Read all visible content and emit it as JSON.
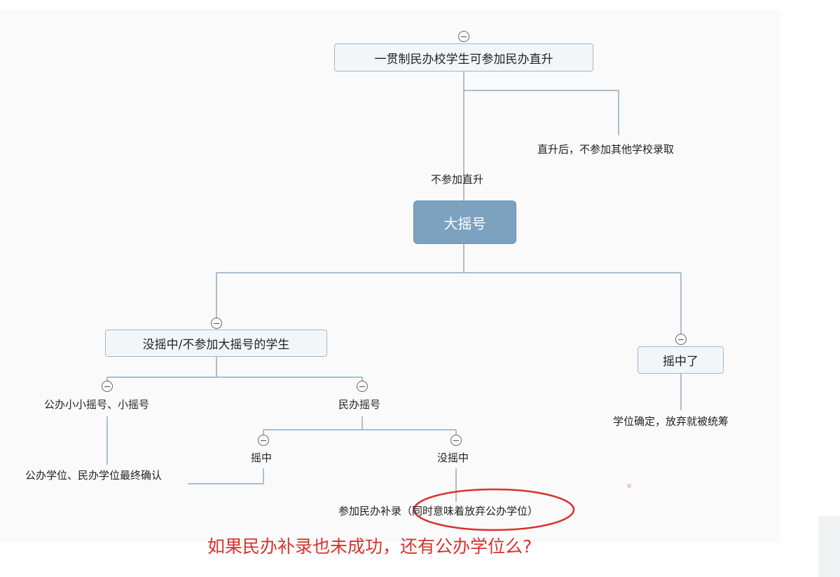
{
  "nodes": {
    "top": "一贯制民办校学生可参加民办直升",
    "direct_after": "直升后，不参加其他学校录取",
    "not_direct": "不参加直升",
    "central": "大摇号",
    "not_selected": "没摇中/不参加大摇号的学生",
    "selected": "摇中了",
    "seat_confirmed": "学位确定，放弃就被统筹",
    "public_lottery": "公办小小摇号、小摇号",
    "private_lottery": "民办摇号",
    "final_confirm": "公办学位、民办学位最终确认",
    "won": "摇中",
    "lost": "没摇中",
    "supplement": "参加民办补录（同时意味着放弃公办学位）"
  },
  "annotation": {
    "question": "如果民办补录也未成功，还有公办学位么?",
    "highlight_color": "#d9322f"
  },
  "colors": {
    "connector": "#8fabc2",
    "central_fill": "#7da2bf",
    "box_fill": "#f3f6f9"
  }
}
